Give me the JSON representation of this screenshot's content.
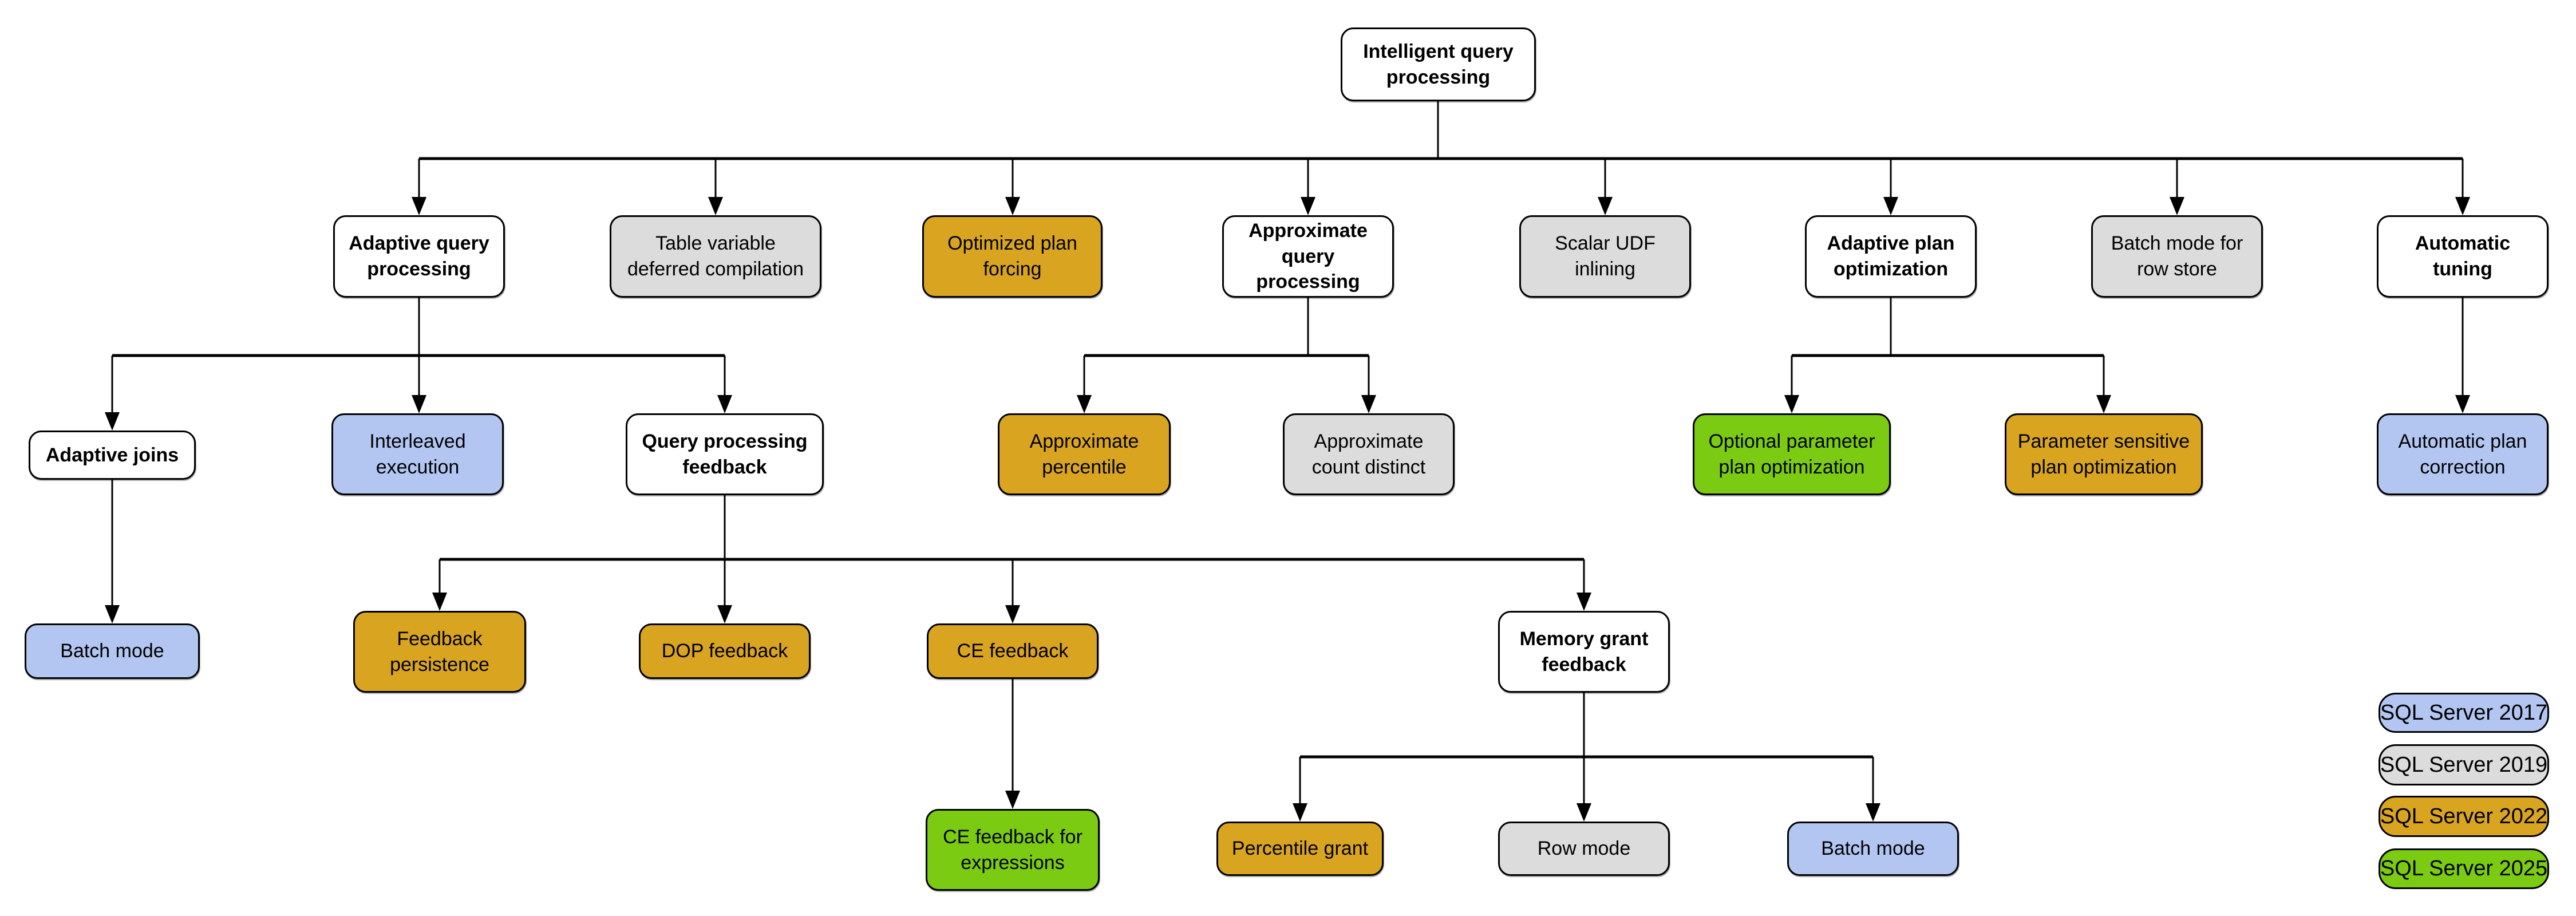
{
  "diagram": {
    "title": "Intelligent query processing",
    "type": "feature-family-tree",
    "legend_meaning": "box color indicates SQL Server version that introduced the feature"
  },
  "colors": {
    "sql2017_blue": "#b3c6f2",
    "sql2019_gray": "#dcdcdc",
    "sql2022_gold": "#d9a521",
    "sql2025_green": "#7ccb13",
    "parent_white": "#ffffff",
    "border": "#000000",
    "text": "#000000"
  },
  "nodes": [
    {
      "label": "Intelligent query\nprocessing",
      "version": "parent",
      "parent": null
    },
    {
      "label": "Adaptive query\nprocessing",
      "version": "parent",
      "parent": "Intelligent query processing"
    },
    {
      "label": "Table variable\ndeferred compilation",
      "version": "SQL Server 2019",
      "parent": "Intelligent query processing"
    },
    {
      "label": "Optimized plan\nforcing",
      "version": "SQL Server 2022",
      "parent": "Intelligent query processing"
    },
    {
      "label": "Approximate\nquery processing",
      "version": "parent",
      "parent": "Intelligent query processing"
    },
    {
      "label": "Scalar UDF\ninlining",
      "version": "SQL Server 2019",
      "parent": "Intelligent query processing"
    },
    {
      "label": "Adaptive plan\noptimization",
      "version": "parent",
      "parent": "Intelligent query processing"
    },
    {
      "label": "Batch mode for\nrow store",
      "version": "SQL Server 2019",
      "parent": "Intelligent query processing"
    },
    {
      "label": "Automatic\ntuning",
      "version": "parent",
      "parent": "Intelligent query processing"
    },
    {
      "label": "Adaptive joins",
      "version": "parent",
      "parent": "Adaptive query processing"
    },
    {
      "label": "Interleaved\nexecution",
      "version": "SQL Server 2017",
      "parent": "Adaptive query processing"
    },
    {
      "label": "Query processing\nfeedback",
      "version": "parent",
      "parent": "Adaptive query processing"
    },
    {
      "label": "Approximate\npercentile",
      "version": "SQL Server 2022",
      "parent": "Approximate query processing"
    },
    {
      "label": "Approximate\ncount distinct",
      "version": "SQL Server 2019",
      "parent": "Approximate query processing"
    },
    {
      "label": "Optional parameter\nplan optimization",
      "version": "SQL Server 2025",
      "parent": "Adaptive plan optimization"
    },
    {
      "label": "Parameter sensitive\nplan optimization",
      "version": "SQL Server 2022",
      "parent": "Adaptive plan optimization"
    },
    {
      "label": "Automatic plan\ncorrection",
      "version": "SQL Server 2017",
      "parent": "Automatic tuning"
    },
    {
      "label": "Batch mode",
      "version": "SQL Server 2017",
      "parent": "Adaptive joins"
    },
    {
      "label": "Feedback\npersistence",
      "version": "SQL Server 2022",
      "parent": "Query processing feedback"
    },
    {
      "label": "DOP feedback",
      "version": "SQL Server 2022",
      "parent": "Query processing feedback"
    },
    {
      "label": "CE feedback",
      "version": "SQL Server 2022",
      "parent": "Query processing feedback"
    },
    {
      "label": "Memory grant\nfeedback",
      "version": "parent",
      "parent": "Query processing feedback"
    },
    {
      "label": "CE feedback for\nexpressions",
      "version": "SQL Server 2025",
      "parent": "CE feedback"
    },
    {
      "label": "Percentile grant",
      "version": "SQL Server 2022",
      "parent": "Memory grant feedback"
    },
    {
      "label": "Row mode",
      "version": "SQL Server 2019",
      "parent": "Memory grant feedback"
    },
    {
      "label": "Batch mode",
      "version": "SQL Server 2017",
      "parent": "Memory grant feedback"
    }
  ],
  "legend": [
    {
      "label": "SQL Server 2017",
      "color": "#b3c6f2"
    },
    {
      "label": "SQL Server 2019",
      "color": "#dcdcdc"
    },
    {
      "label": "SQL Server 2022",
      "color": "#d9a521"
    },
    {
      "label": "SQL Server 2025",
      "color": "#7ccb13"
    }
  ]
}
